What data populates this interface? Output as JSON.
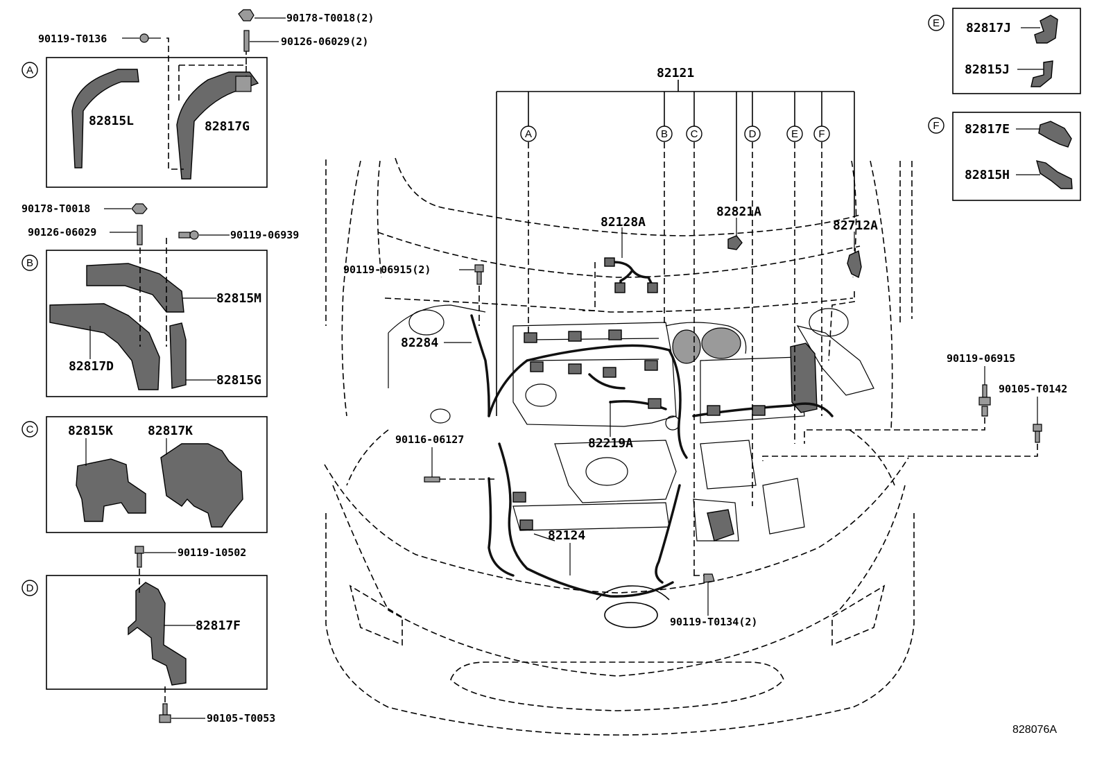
{
  "diagram_id": "828076A",
  "callout_letters": [
    "A",
    "B",
    "C",
    "D",
    "E",
    "F"
  ],
  "main_assembly": "82121",
  "labels": {
    "p90119_T0136": "90119-T0136",
    "p90178_T0018_2": "90178-T0018(2)",
    "p90126_06029_2": "90126-06029(2)",
    "p82815L": "82815L",
    "p82817G": "82817G",
    "p90178_T0018": "90178-T0018",
    "p90126_06029": "90126-06029",
    "p90119_06939": "90119-06939",
    "p82815M": "82815M",
    "p82817D": "82817D",
    "p82815G": "82815G",
    "p82815K": "82815K",
    "p82817K": "82817K",
    "p90119_10502": "90119-10502",
    "p82817F": "82817F",
    "p90105_T0053": "90105-T0053",
    "p82121": "82121",
    "p82128A": "82128A",
    "p82821A": "82821A",
    "p82712A": "82712A",
    "p90119_06915_2": "90119-06915(2)",
    "p82284": "82284",
    "p82219A": "82219A",
    "p90116_06127": "90116-06127",
    "p82124": "82124",
    "p90119_T0134_2": "90119-T0134(2)",
    "p90119_06915": "90119-06915",
    "p90105_T0142": "90105-T0142",
    "p82817J": "82817J",
    "p82815J": "82815J",
    "p82817E": "82817E",
    "p82815H": "82815H"
  }
}
